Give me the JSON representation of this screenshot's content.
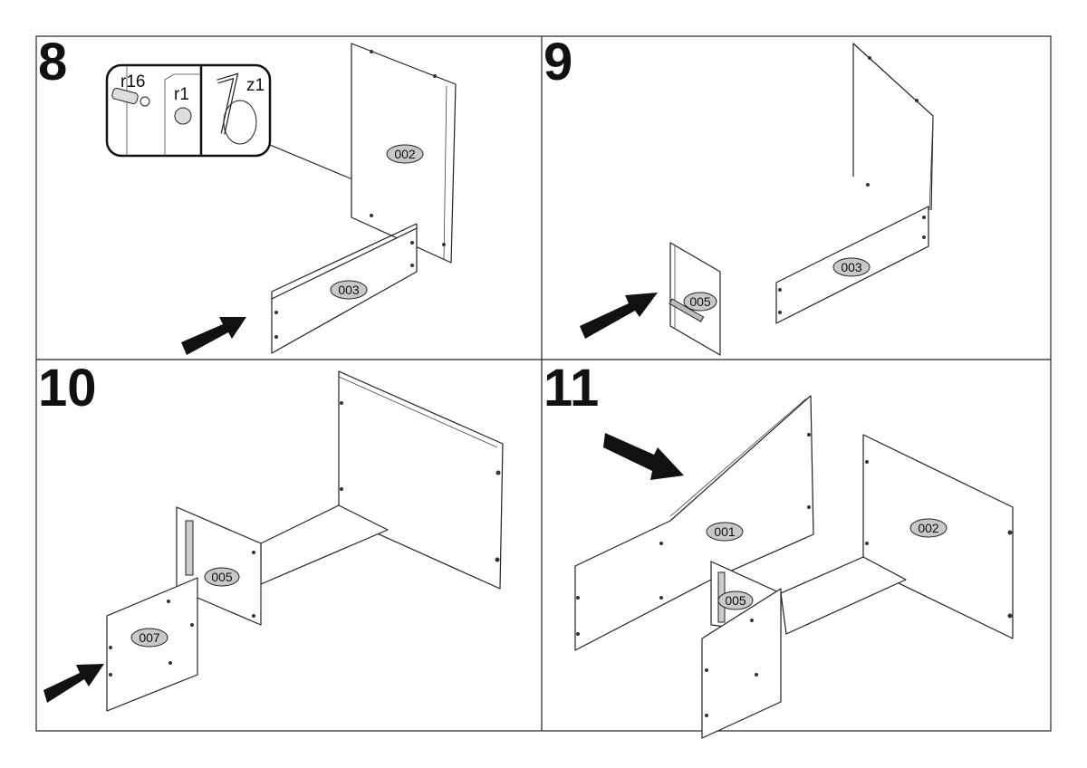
{
  "steps": [
    {
      "number": "8",
      "parts": [
        "002",
        "003"
      ],
      "inset": {
        "items": [
          "r16",
          "r1",
          "z1"
        ]
      }
    },
    {
      "number": "9",
      "parts": [
        "003",
        "005"
      ]
    },
    {
      "number": "10",
      "parts": [
        "005",
        "007"
      ]
    },
    {
      "number": "11",
      "parts": [
        "001",
        "002",
        "005"
      ]
    }
  ],
  "colors": {
    "line": "#222222",
    "label_fill": "#c8c8c8",
    "arrow": "#111111"
  }
}
